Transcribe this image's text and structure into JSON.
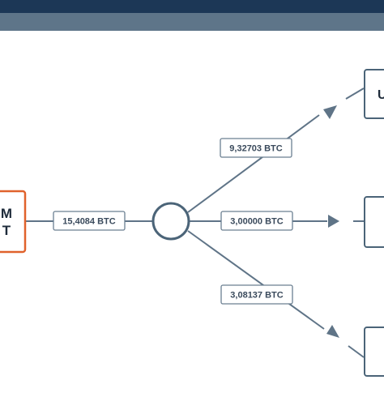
{
  "diagram": {
    "source_node": {
      "line1": "M",
      "line2": "T"
    },
    "input_edge": {
      "label": "15,4084 BTC"
    },
    "output_edges": [
      {
        "label": "9,32703 BTC"
      },
      {
        "label": "3,00000 BTC"
      },
      {
        "label": "3,08137 BTC"
      }
    ],
    "output_nodes": [
      {
        "text": "U"
      },
      {
        "text": ""
      },
      {
        "text": ""
      }
    ],
    "colors": {
      "header": "#1c3756",
      "subheader": "#5e7589",
      "line": "#5f7487",
      "source_border": "#e0622c",
      "node_border": "#4b6478",
      "label_border": "#6b7f91"
    }
  }
}
